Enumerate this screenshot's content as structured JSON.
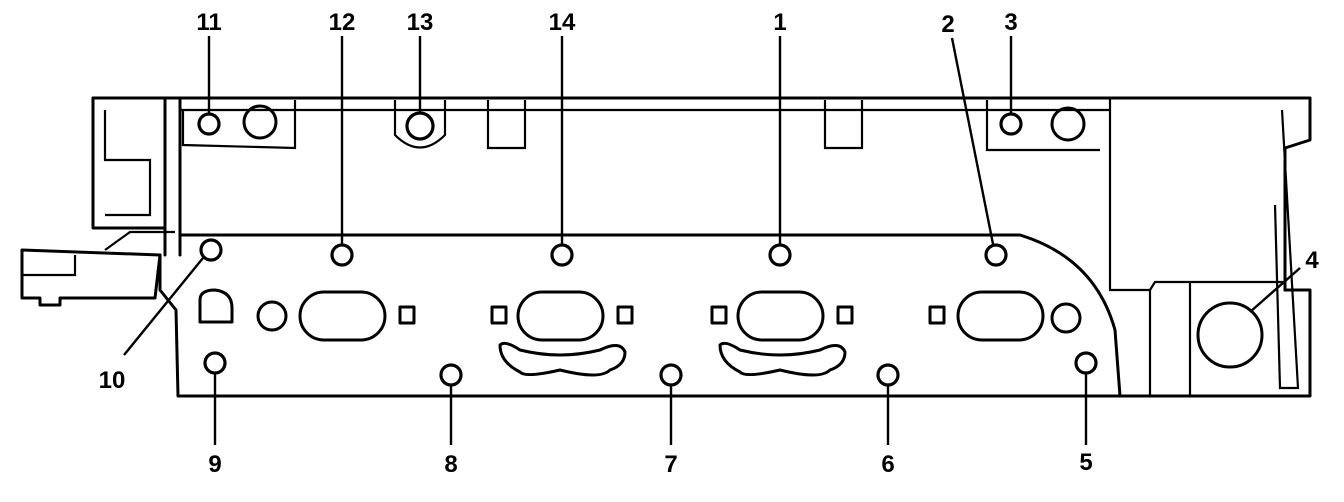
{
  "title": "",
  "callouts": [
    {
      "id": "1",
      "label": "1"
    },
    {
      "id": "2",
      "label": "2"
    },
    {
      "id": "3",
      "label": "3"
    },
    {
      "id": "4",
      "label": "4"
    },
    {
      "id": "5",
      "label": "5"
    },
    {
      "id": "6",
      "label": "6"
    },
    {
      "id": "7",
      "label": "7"
    },
    {
      "id": "8",
      "label": "8"
    },
    {
      "id": "9",
      "label": "9"
    },
    {
      "id": "10",
      "label": "10"
    },
    {
      "id": "11",
      "label": "11"
    },
    {
      "id": "12",
      "label": "12"
    },
    {
      "id": "13",
      "label": "13"
    },
    {
      "id": "14",
      "label": "14"
    }
  ],
  "colors": {
    "line": "#000000",
    "background": "#ffffff"
  }
}
